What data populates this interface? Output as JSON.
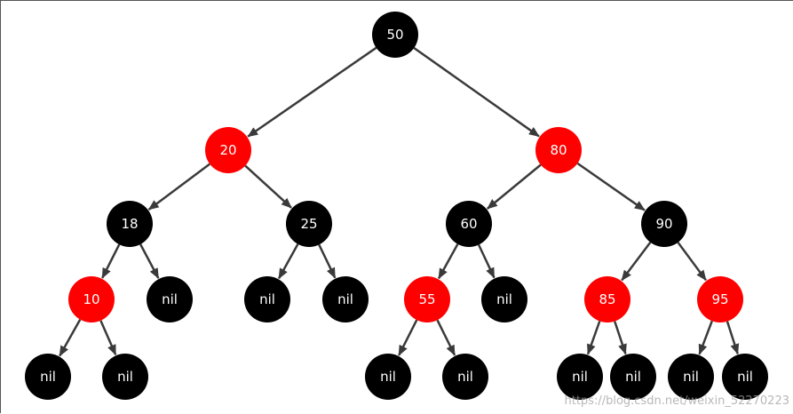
{
  "colors": {
    "black": "#000000",
    "red": "#ff0000",
    "edge": "#3a3a3a",
    "text": "#ffffff"
  },
  "tree": {
    "nodes": [
      {
        "id": "n50",
        "label": "50",
        "color": "black"
      },
      {
        "id": "n20",
        "label": "20",
        "color": "red"
      },
      {
        "id": "n80",
        "label": "80",
        "color": "red"
      },
      {
        "id": "n18",
        "label": "18",
        "color": "black"
      },
      {
        "id": "n25",
        "label": "25",
        "color": "black"
      },
      {
        "id": "n60",
        "label": "60",
        "color": "black"
      },
      {
        "id": "n90",
        "label": "90",
        "color": "black"
      },
      {
        "id": "n10",
        "label": "10",
        "color": "red"
      },
      {
        "id": "nil18",
        "label": "nil",
        "color": "black"
      },
      {
        "id": "nil25a",
        "label": "nil",
        "color": "black"
      },
      {
        "id": "nil25b",
        "label": "nil",
        "color": "black"
      },
      {
        "id": "n55",
        "label": "55",
        "color": "red"
      },
      {
        "id": "nil60",
        "label": "nil",
        "color": "black"
      },
      {
        "id": "n85",
        "label": "85",
        "color": "red"
      },
      {
        "id": "n95",
        "label": "95",
        "color": "red"
      },
      {
        "id": "nil10a",
        "label": "nil",
        "color": "black"
      },
      {
        "id": "nil10b",
        "label": "nil",
        "color": "black"
      },
      {
        "id": "nil55a",
        "label": "nil",
        "color": "black"
      },
      {
        "id": "nil55b",
        "label": "nil",
        "color": "black"
      },
      {
        "id": "nil85a",
        "label": "nil",
        "color": "black"
      },
      {
        "id": "nil85b",
        "label": "nil",
        "color": "black"
      },
      {
        "id": "nil95a",
        "label": "nil",
        "color": "black"
      },
      {
        "id": "nil95b",
        "label": "nil",
        "color": "black"
      }
    ],
    "edges": [
      [
        "n50",
        "n20"
      ],
      [
        "n50",
        "n80"
      ],
      [
        "n20",
        "n18"
      ],
      [
        "n20",
        "n25"
      ],
      [
        "n80",
        "n60"
      ],
      [
        "n80",
        "n90"
      ],
      [
        "n18",
        "n10"
      ],
      [
        "n18",
        "nil18"
      ],
      [
        "n25",
        "nil25a"
      ],
      [
        "n25",
        "nil25b"
      ],
      [
        "n60",
        "n55"
      ],
      [
        "n60",
        "nil60"
      ],
      [
        "n90",
        "n85"
      ],
      [
        "n90",
        "n95"
      ],
      [
        "n10",
        "nil10a"
      ],
      [
        "n10",
        "nil10b"
      ],
      [
        "n55",
        "nil55a"
      ],
      [
        "n55",
        "nil55b"
      ],
      [
        "n85",
        "nil85a"
      ],
      [
        "n85",
        "nil85b"
      ],
      [
        "n95",
        "nil95a"
      ],
      [
        "n95",
        "nil95b"
      ]
    ]
  },
  "watermark": "https://blog.csdn.net/weixin_52270223"
}
